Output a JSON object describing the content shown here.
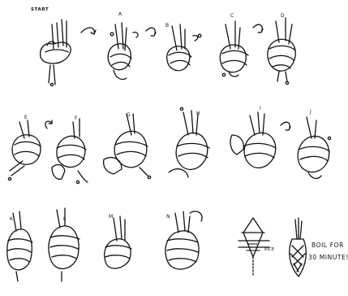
{
  "start_label": "START",
  "step_letters": [
    "A",
    "B",
    "C",
    "D",
    "E",
    "F",
    "G",
    "H",
    "I",
    "J",
    "K",
    "L",
    "M",
    "N"
  ],
  "rice_label": "RICE",
  "note": {
    "line1": "BOIL FOR",
    "line2": "30 MINUTE!"
  }
}
